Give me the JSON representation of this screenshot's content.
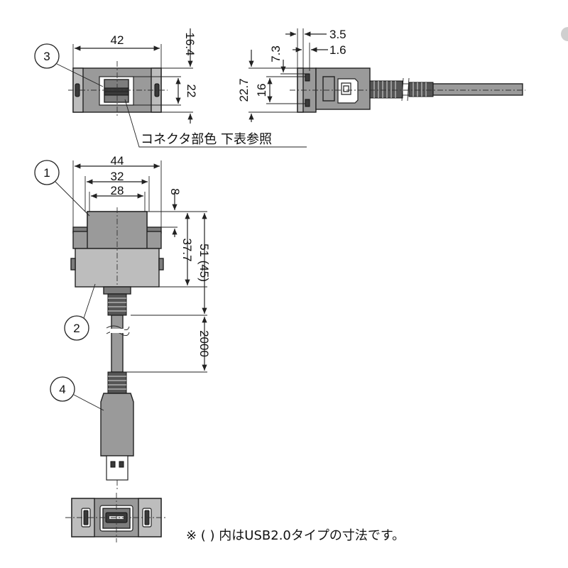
{
  "callouts": {
    "c1": "1",
    "c2": "2",
    "c3": "3",
    "c4": "4"
  },
  "top_view": {
    "width": "42",
    "height_outer": "16.4",
    "height_inner": "22",
    "connector_note": "コネクタ部色 下表参照"
  },
  "side_view": {
    "d1": "3.5",
    "d2": "1.6",
    "d3": "7.3",
    "d4": "22.7",
    "d5": "16"
  },
  "front_view": {
    "w44": "44",
    "w32": "32",
    "w28": "28",
    "h8": "8",
    "h37": "37.7",
    "h51": "51 (45)",
    "cable": "2000"
  },
  "footnote": "※ ( ) 内はUSB2.0タイプの寸法です。"
}
